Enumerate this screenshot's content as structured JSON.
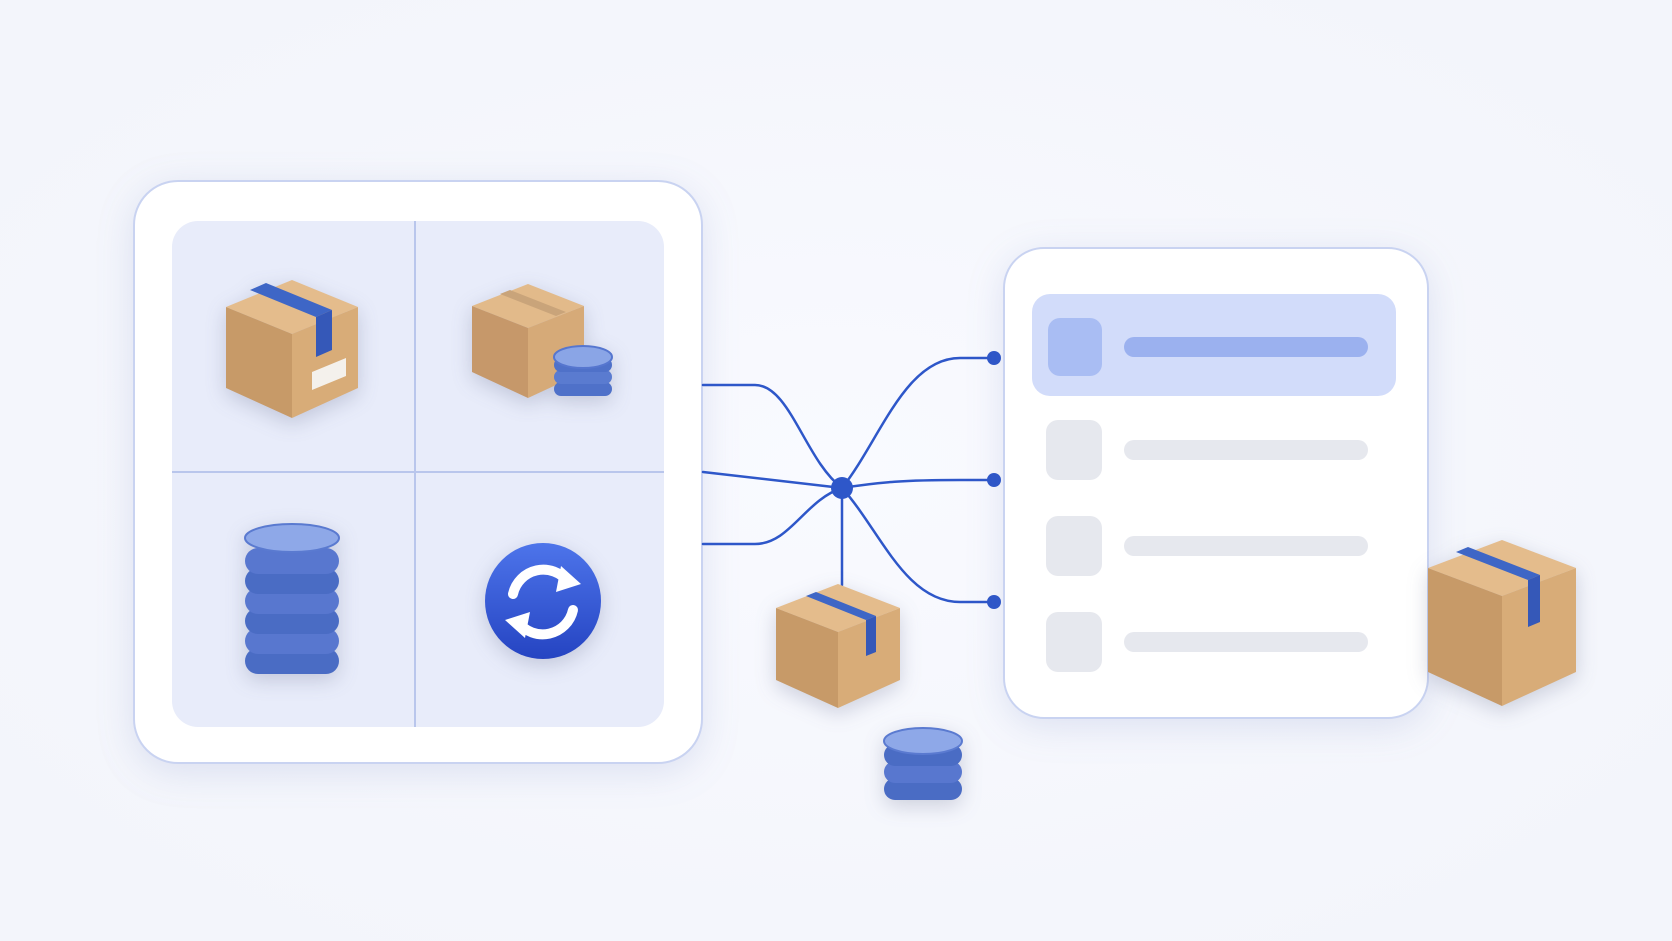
{
  "colors": {
    "background": "#f6f7fb",
    "panel_border": "#c9d3f1",
    "panel_fill": "#ffffff",
    "grid_fill": "#e8ecfa",
    "grid_line": "#b9c6ec",
    "accent": "#2f55d4",
    "connector": "#2e57c9",
    "list_selected": "#d2dcfa",
    "list_selected_bar": "#9bb1ef",
    "list_item_placeholder": "#e6e8ee",
    "box_cardboard": "#d3a473",
    "box_tape": "#3e66c6",
    "coin": "#6f8ed9"
  },
  "icons": {
    "grid_tiles": [
      "package-icon",
      "package-with-coins-icon",
      "coin-stack-icon",
      "sync-icon"
    ],
    "floating": [
      "package-icon",
      "coin-stack-icon",
      "package-icon"
    ]
  },
  "list_panel": {
    "items": [
      {
        "state": "selected"
      },
      {
        "state": "default"
      },
      {
        "state": "default"
      },
      {
        "state": "default"
      }
    ]
  }
}
